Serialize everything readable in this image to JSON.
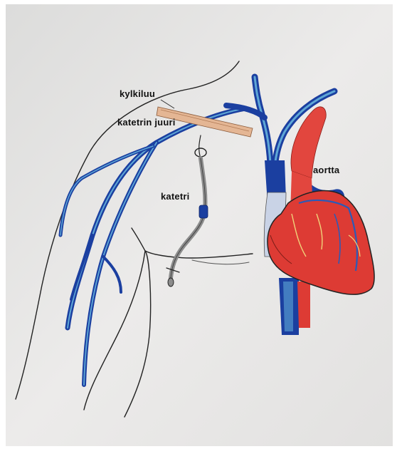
{
  "labels": {
    "rib": "kylkiluu",
    "catheter_root": "katetrin juuri",
    "catheter": "katetri",
    "aorta": "aortta"
  },
  "colors": {
    "paper": "#e9e9e8",
    "vein_dark": "#1b3fa0",
    "vein_light": "#5fa7d6",
    "heart_red": "#dd3b34",
    "aorta_red": "#e2463e",
    "rib_tan": "#d9a27a",
    "catheter_gray": "#8c8c8c",
    "outline": "#222222"
  },
  "icons": {
    "drawing": "anatomy-hand-drawing"
  }
}
